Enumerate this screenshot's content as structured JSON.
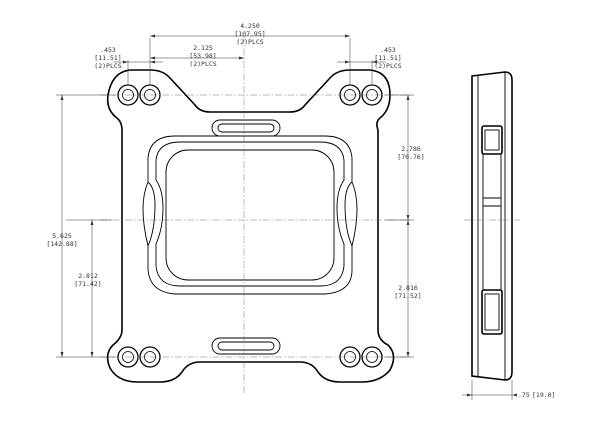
{
  "dimensions": {
    "overall_width": {
      "value": "4.250",
      "metric": "[107.95]",
      "note": "(2)PLCS"
    },
    "half_width": {
      "value": "2.125",
      "metric": "[53.98]",
      "note": "(2)PLCS"
    },
    "left_offset": {
      "value": ".453",
      "metric": "[11.51]",
      "note": "(2)PLCS"
    },
    "right_offset": {
      "value": ".453",
      "metric": "[11.51]",
      "note": "(2)PLCS"
    },
    "overall_height": {
      "value": "5.625",
      "metric": "[142.88]"
    },
    "lower_left": {
      "value": "2.812",
      "metric": "[71.42]"
    },
    "upper_right": {
      "value": "2.786",
      "metric": "[70.76]"
    },
    "lower_right": {
      "value": "2.816",
      "metric": "[71.52]"
    },
    "thickness": {
      "value": ".75",
      "metric": "[19.0]"
    }
  },
  "colors": {
    "line": "#000000",
    "dimension": "#333333",
    "centerline": "#666666"
  }
}
